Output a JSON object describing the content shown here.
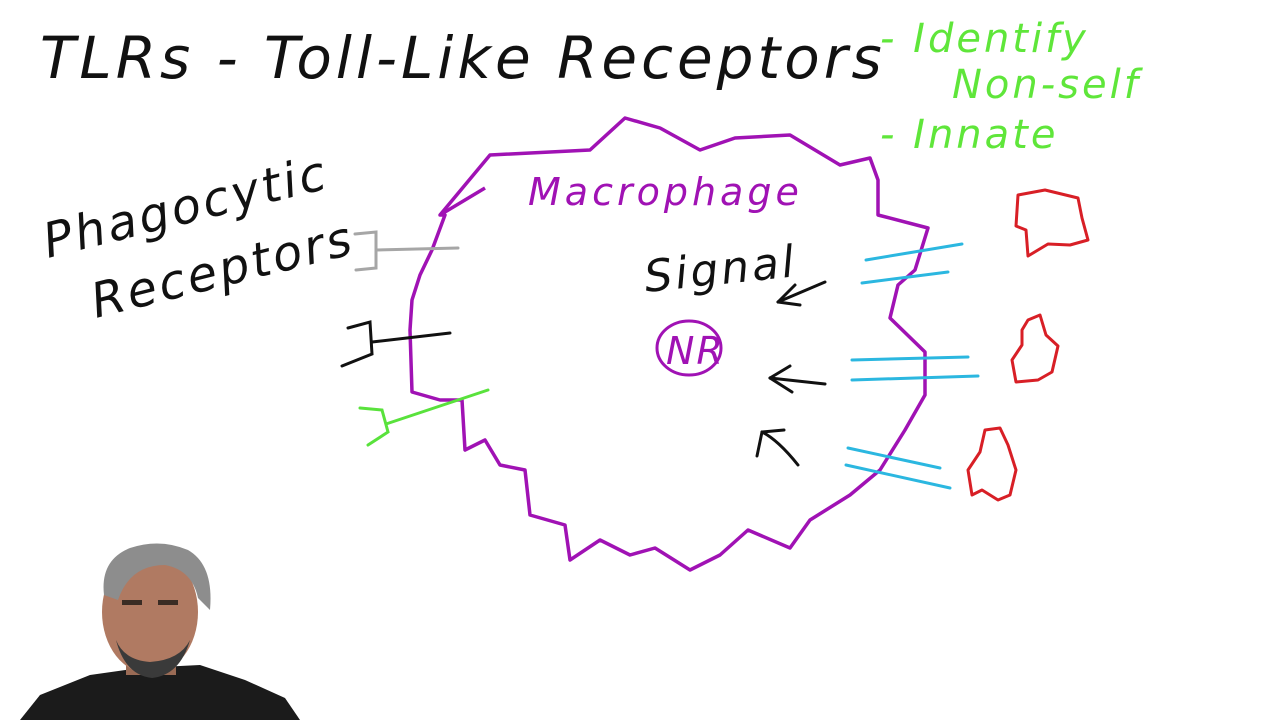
{
  "whiteboard": {
    "title": "TLRs - Toll-Like Receptors",
    "notes": [
      "- Identify",
      "Non-self",
      "- Innate"
    ],
    "cell_label": "Macrophage",
    "side_label": [
      "Phagocytic",
      "Receptors"
    ],
    "signal_label": "Signal",
    "nucleus_label": "NR"
  },
  "colors": {
    "ink": "#111111",
    "notes": "#5fe63a",
    "membrane": "#a012b4",
    "tlr": "#2bb7e0",
    "pathogen": "#d81f26",
    "gray_receptor": "#a6a6a6",
    "green_receptor": "#59e23c"
  },
  "presenter": {
    "icon": "presenter-webcam-icon"
  }
}
